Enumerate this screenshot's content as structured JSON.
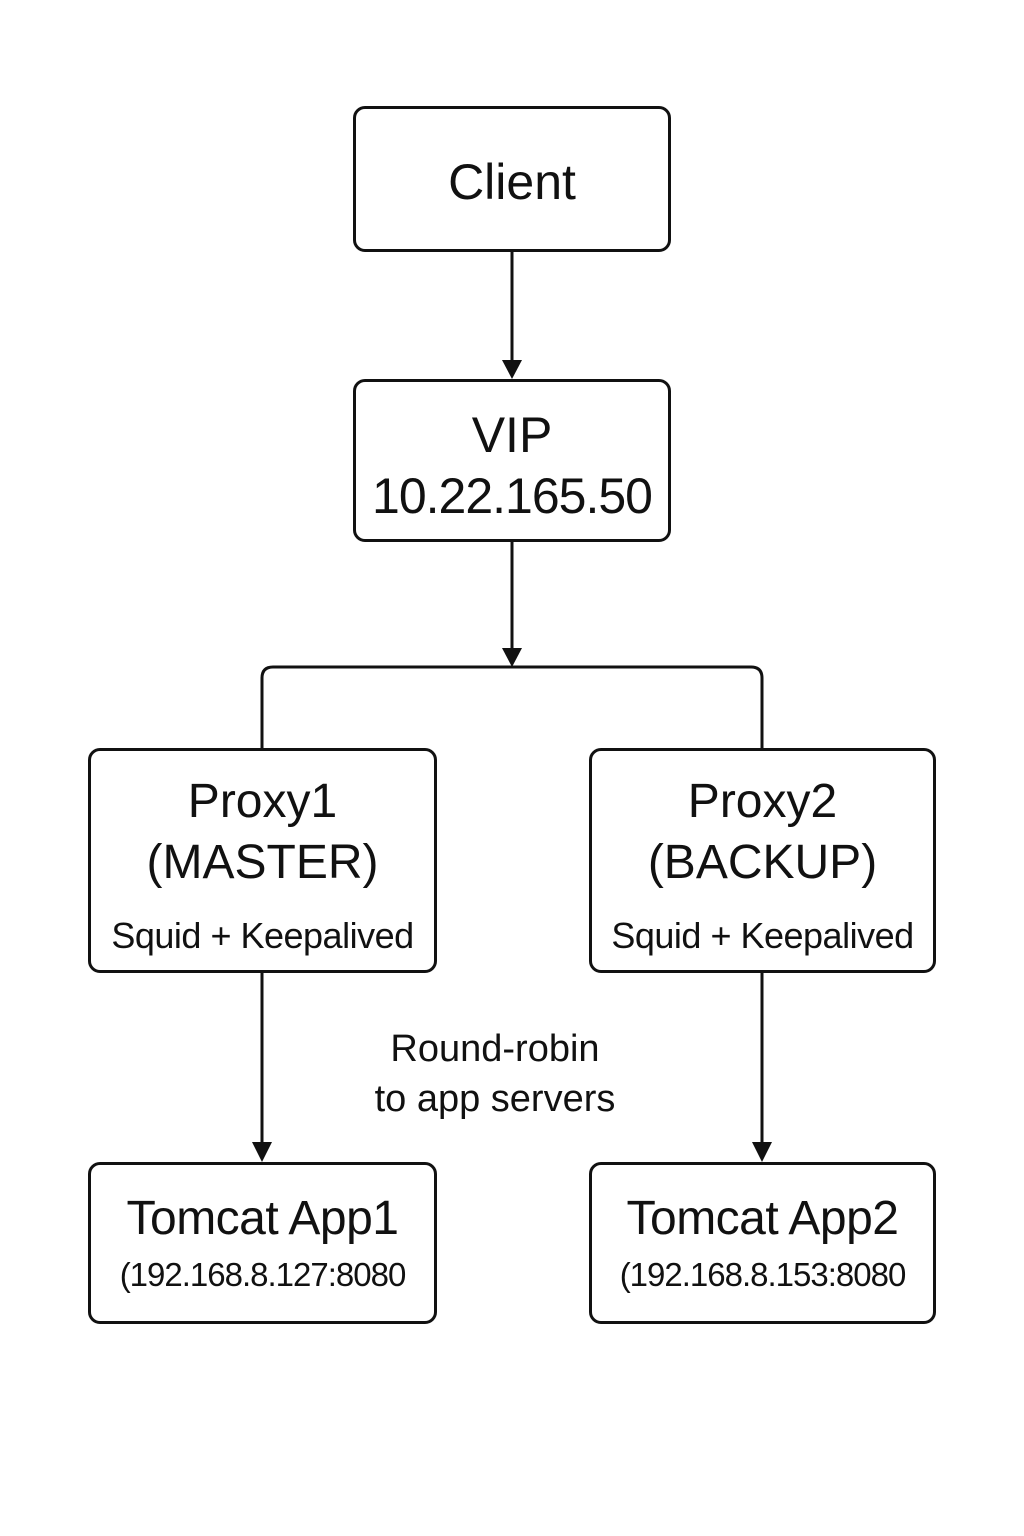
{
  "client": {
    "label": "Client"
  },
  "vip": {
    "label": "VIP",
    "address": "10.22.165.50"
  },
  "proxy1": {
    "name": "Proxy1",
    "role": "(MASTER)",
    "software": "Squid + Keepalived"
  },
  "proxy2": {
    "name": "Proxy2",
    "role": "(BACKUP)",
    "software": "Squid + Keepalived"
  },
  "note": {
    "line1": "Round-robin",
    "line2": "to app servers"
  },
  "app1": {
    "name": "Tomcat App1",
    "address": "(192.168.8.127:8080"
  },
  "app2": {
    "name": "Tomcat App2",
    "address": "(192.168.8.153:8080"
  },
  "colors": {
    "stroke": "#111111",
    "background": "#ffffff"
  }
}
